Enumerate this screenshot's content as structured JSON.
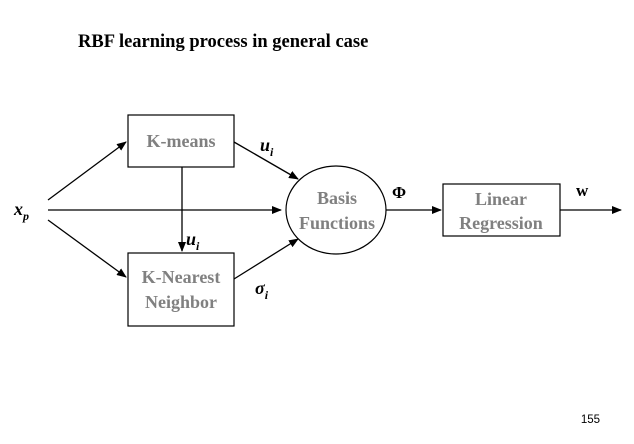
{
  "slide": {
    "title": "RBF learning process in general case",
    "page_number": "155"
  },
  "diagram": {
    "nodes": {
      "kmeans": {
        "label": "K-means"
      },
      "knn": {
        "lines": [
          "K-Nearest",
          "Neighbor"
        ]
      },
      "basis": {
        "lines": [
          "Basis",
          "Functions"
        ]
      },
      "linear": {
        "lines": [
          "Linear",
          "Regression"
        ]
      }
    },
    "symbols": {
      "input": {
        "base": "x",
        "sub": "p"
      },
      "u_top": {
        "base": "u",
        "sub": "i"
      },
      "u_mid": {
        "base": "u",
        "sub": "i"
      },
      "sigma": {
        "base": "σ",
        "sub": "i"
      },
      "phi": "Φ",
      "output": "w"
    }
  }
}
